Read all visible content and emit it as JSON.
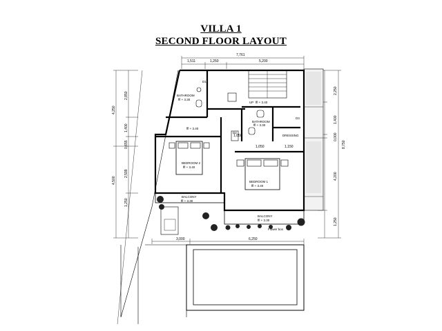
{
  "title": {
    "line1": "VILLA 1",
    "line2": "SECOND FLOOR LAYOUT"
  },
  "dimensions": {
    "top_total": "7,761",
    "top_segments": [
      "1,511",
      "1,250",
      "5,200"
    ],
    "left_segments": [
      "2,850",
      "1,400",
      "0,655",
      "2,599",
      "1,250"
    ],
    "left_outer": [
      "4,250",
      "4,500"
    ],
    "right_segments": [
      "2,250",
      "1,400",
      "0,000",
      "4,200",
      "1,250"
    ],
    "right_total": "8,750",
    "bottom_left": "3,000",
    "bottom_total": "6,250",
    "inner_small": [
      "1,050",
      "1,050",
      "1,150"
    ]
  },
  "rooms": {
    "bathroom_left": {
      "name": "BATHROOM",
      "level": "ffl + 3.30"
    },
    "bathroom_right": {
      "name": "BATHROOM",
      "level": "ffl + 3.30"
    },
    "hall_level": "ffl + 3.40",
    "up_level": "ffl + 3.40",
    "bedroom2": {
      "name": "BEDROOM 2",
      "level": "ffl + 3.40"
    },
    "bedroom1": {
      "name": "BEDROOM 1",
      "level": "ffl + 3.40"
    },
    "dressing": "DRESSING",
    "balcony_left": {
      "name": "BALCONY",
      "level": "ffl + 3.30"
    },
    "balcony_right": {
      "name": "BALCONY",
      "level": "ffl + 3.30"
    },
    "up_label": "UP",
    "flower_box": "Flower box",
    "door_codes": [
      "D1",
      "D2",
      "D3"
    ]
  }
}
